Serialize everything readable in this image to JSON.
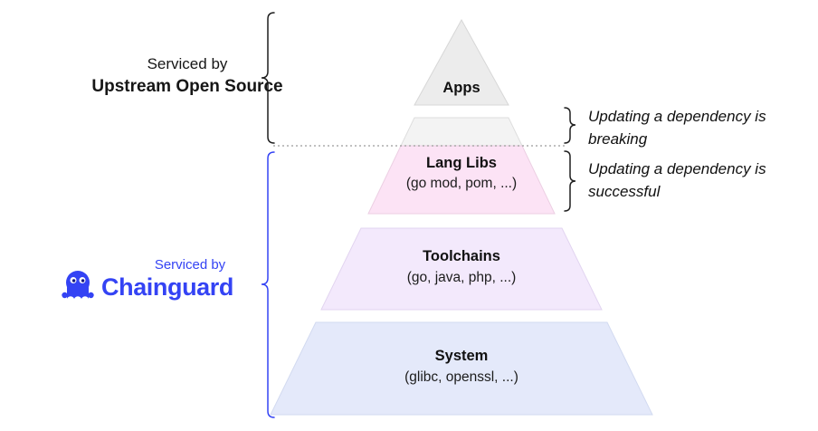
{
  "left_annotations": {
    "upstream": {
      "prefix": "Serviced by",
      "name": "Upstream Open Source"
    },
    "chainguard": {
      "prefix": "Serviced by",
      "name": "Chainguard"
    }
  },
  "pyramid": {
    "layers": [
      {
        "title": "Apps",
        "subtitle": ""
      },
      {
        "title": "Lang Libs",
        "subtitle": "(go mod, pom, ...)"
      },
      {
        "title": "Toolchains",
        "subtitle": "(go, java, php, ...)"
      },
      {
        "title": "System",
        "subtitle": "(glibc, openssl, ...)"
      }
    ]
  },
  "right_annotations": {
    "breaking": "Updating a dependency is breaking",
    "successful": "Updating a dependency is successful"
  },
  "icons": {
    "logo": "chainguard-octopus-icon"
  },
  "colors": {
    "brand": "#3443F4",
    "pupil": "#14167D",
    "brace": "#1F1F1F",
    "divider": "#9B9B9B",
    "apps_fill": "#ECECEC",
    "strip_fill": "#F3F3F3",
    "langlibs_fill": "#FCE3F5",
    "toolchains_fill": "#F3E9FC",
    "system_fill": "#E4E9FA"
  }
}
